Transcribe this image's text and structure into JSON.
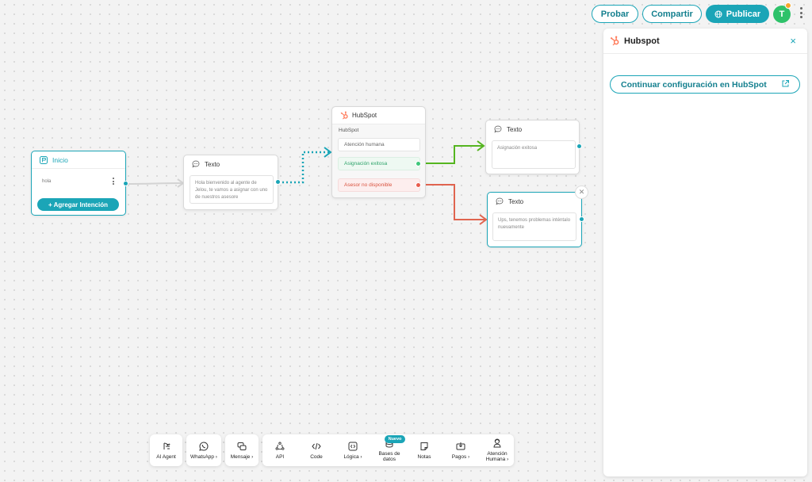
{
  "topbar": {
    "probar_label": "Probar",
    "compartir_label": "Compartir",
    "publicar_label": "Publicar",
    "avatar_initial": "T"
  },
  "panel": {
    "title": "Hubspot",
    "close_glyph": "×",
    "config_button_label": "Continuar configuración en HubSpot"
  },
  "nodes": {
    "inicio": {
      "title": "Inicio",
      "intent": "hola",
      "add_intent_label": "+ Agregar Intención"
    },
    "texto1": {
      "title": "Texto",
      "body": "Hola bienvenido al agente de Jelou, te vamos a asignar con uno de nuestros asesore"
    },
    "hubspot": {
      "title": "HubSpot",
      "subtitle": "HubSpot",
      "action": "Atención humana",
      "success_option": "Asignación exitosa",
      "failure_option": "Asesor no disponible"
    },
    "texto2": {
      "title": "Texto",
      "body": "Asignación exitosa"
    },
    "texto3": {
      "title": "Texto",
      "body": "Ups, tenemos problemas inténtalo nuevamente"
    }
  },
  "dock": {
    "ai_agent": "AI Agent",
    "whatsapp": "WhatsApp ›",
    "mensaje": "Mensaje ›",
    "api": "API",
    "code": "Code",
    "logica": "Lógica ›",
    "bases_line1": "Bases de",
    "bases_line2": "datos",
    "nuevo_badge": "Nuevo",
    "notas": "Notas",
    "pagos": "Pagos ›",
    "atencion_line1": "Atención",
    "atencion_line2": "Humana ›"
  },
  "colors": {
    "accent": "#1ba5b7",
    "success": "#3ec77a",
    "error": "#e85b4c",
    "hubspot": "#ff7a59",
    "avatar": "#2ec26a"
  },
  "icons": {
    "hubspot": "hubspot-icon",
    "chat": "chat-bubble-icon",
    "inicio": "start-icon",
    "external": "external-link-icon"
  }
}
